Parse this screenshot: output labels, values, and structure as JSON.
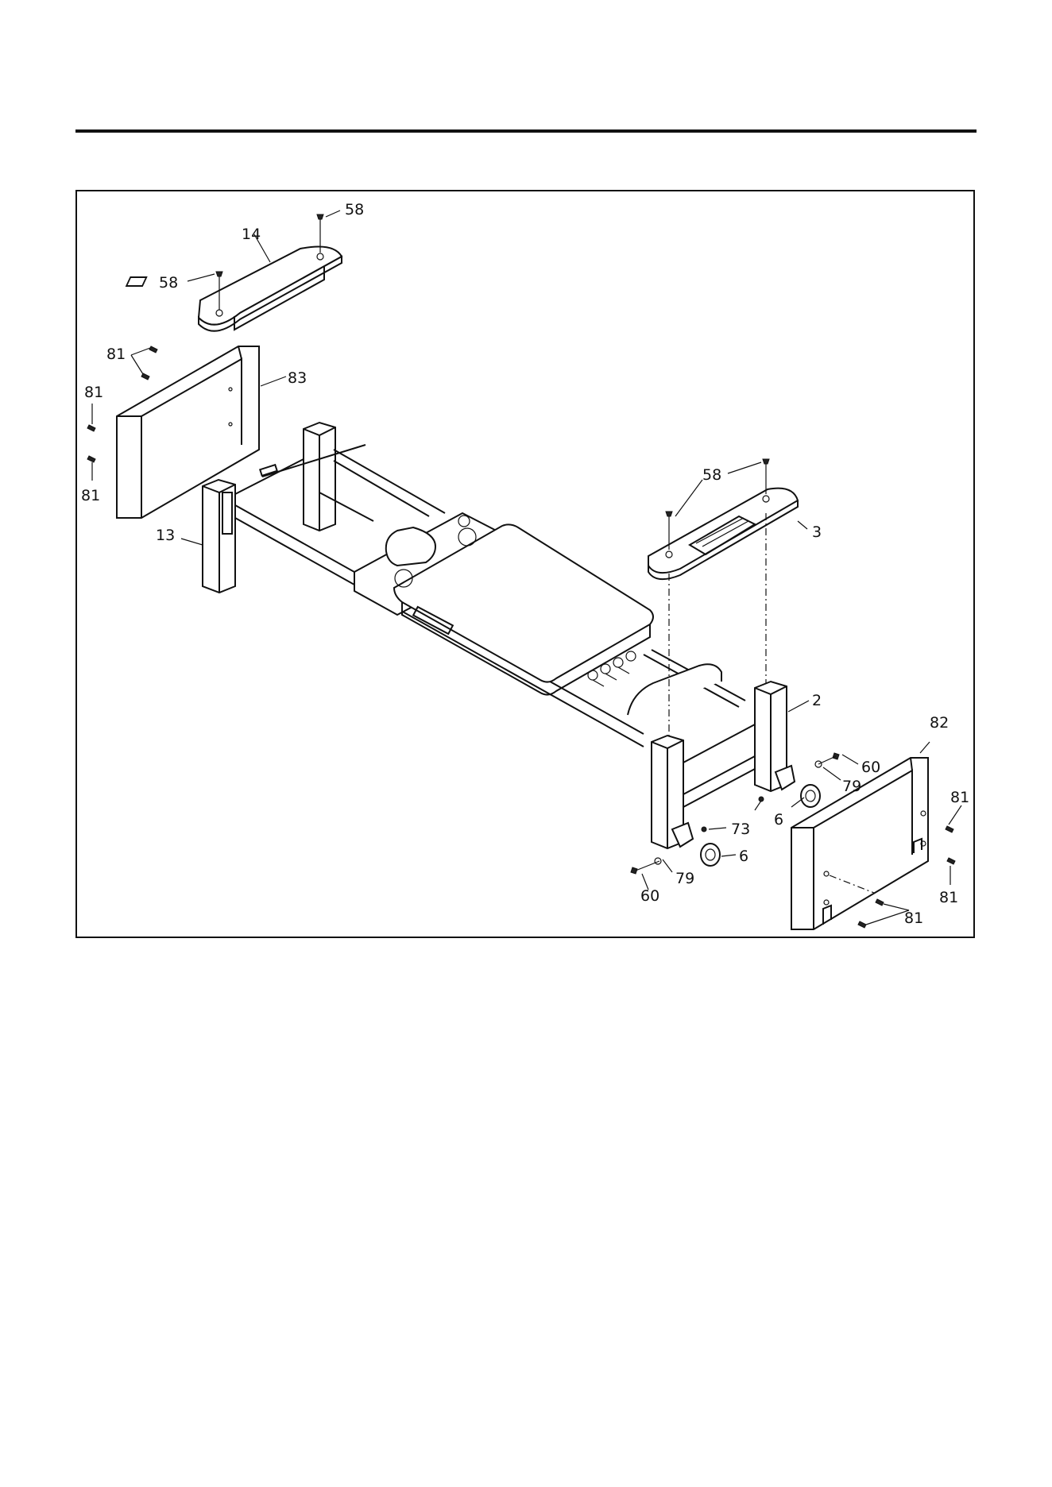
{
  "diagram": {
    "part_labels": [
      {
        "id": "58a",
        "text": "58"
      },
      {
        "id": "14",
        "text": "14"
      },
      {
        "id": "58b",
        "text": "58"
      },
      {
        "id": "81a",
        "text": "81"
      },
      {
        "id": "81b",
        "text": "81"
      },
      {
        "id": "81c",
        "text": "81"
      },
      {
        "id": "83",
        "text": "83"
      },
      {
        "id": "13",
        "text": "13"
      },
      {
        "id": "58c",
        "text": "58"
      },
      {
        "id": "3",
        "text": "3"
      },
      {
        "id": "2",
        "text": "2"
      },
      {
        "id": "82",
        "text": "82"
      },
      {
        "id": "60a",
        "text": "60"
      },
      {
        "id": "79a",
        "text": "79"
      },
      {
        "id": "81d",
        "text": "81"
      },
      {
        "id": "6a",
        "text": "6"
      },
      {
        "id": "73",
        "text": "73"
      },
      {
        "id": "6b",
        "text": "6"
      },
      {
        "id": "81e",
        "text": "81"
      },
      {
        "id": "79b",
        "text": "79"
      },
      {
        "id": "60b",
        "text": "60"
      },
      {
        "id": "81f",
        "text": "81"
      }
    ]
  }
}
